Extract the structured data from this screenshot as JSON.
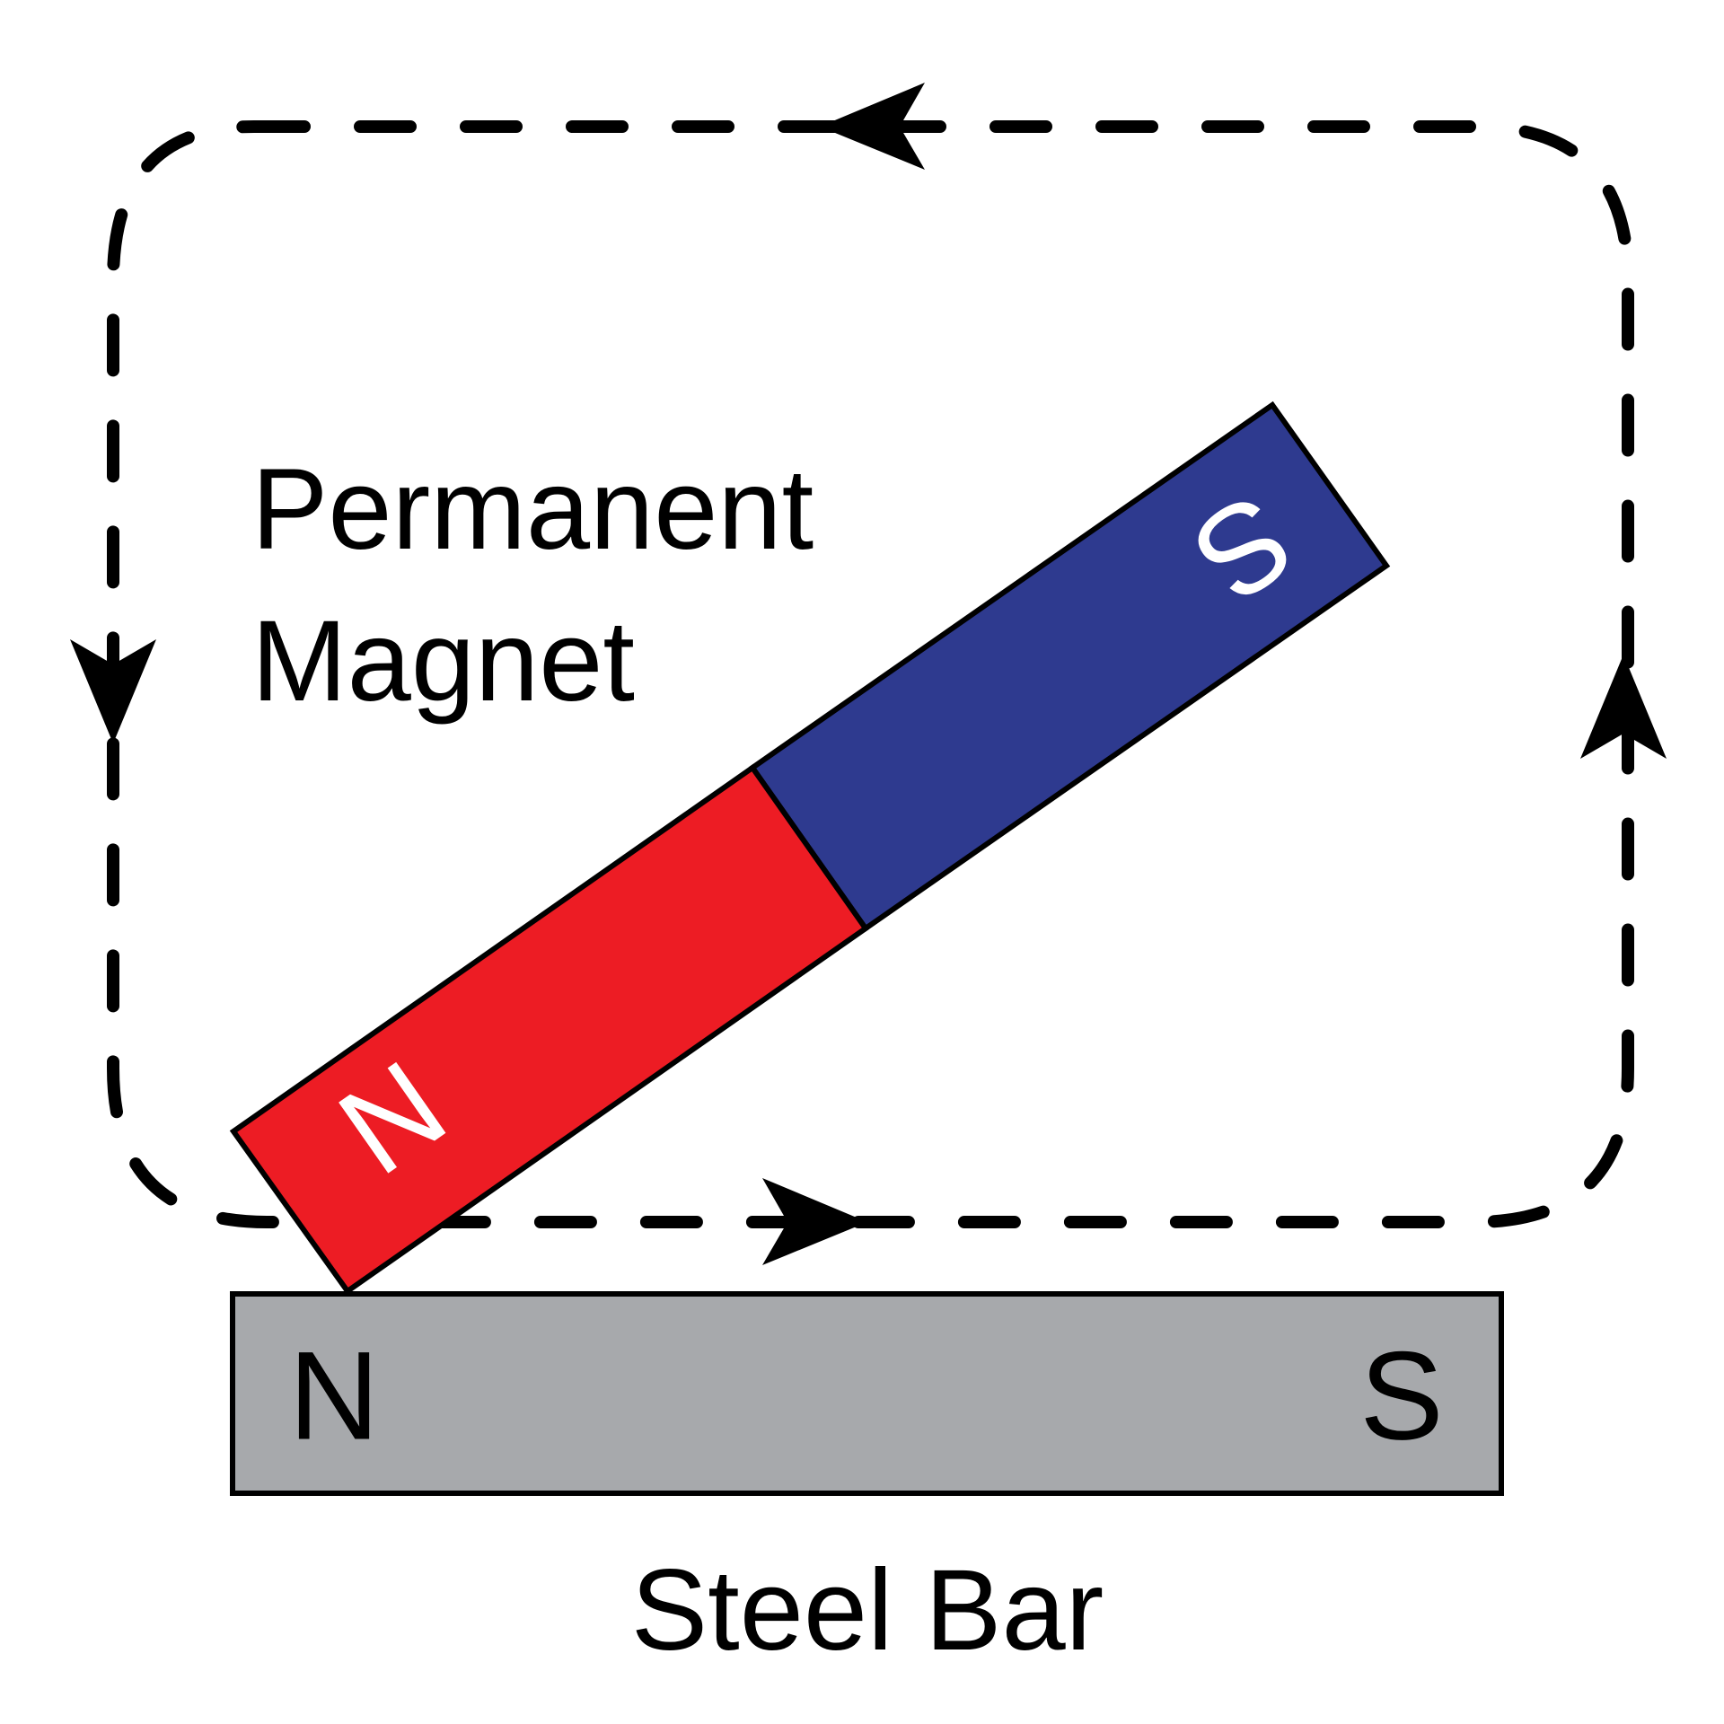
{
  "magnet": {
    "label_line1": "Permanent",
    "label_line2": "Magnet",
    "north_label": "N",
    "south_label": "S",
    "north_color": "#ED1C24",
    "south_color": "#2E3A8F"
  },
  "steel_bar": {
    "label": "Steel Bar",
    "north_label": "N",
    "south_label": "S",
    "color": "#A7A9AC"
  },
  "field_line": {
    "style": "dashed",
    "color": "#000000",
    "direction": "clockwise"
  }
}
